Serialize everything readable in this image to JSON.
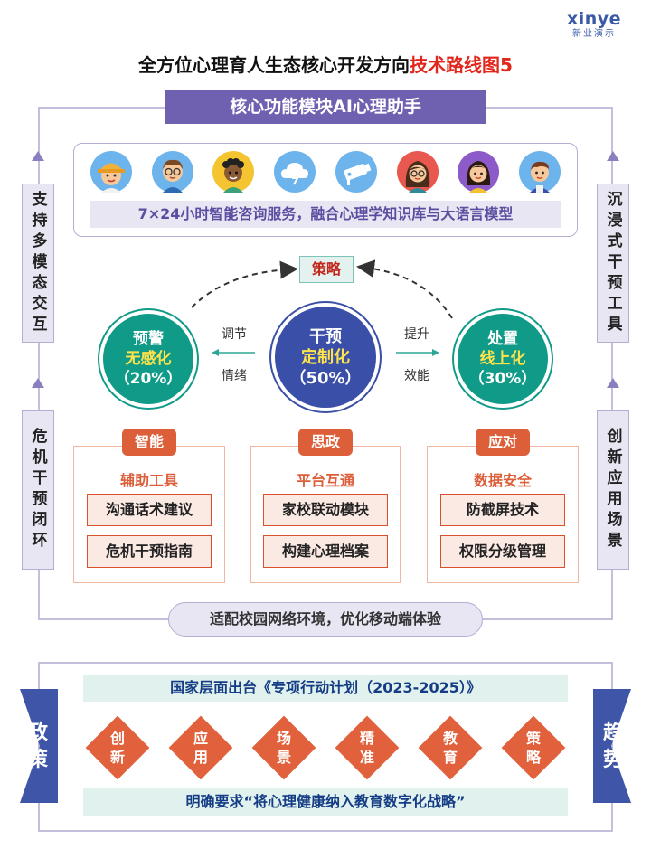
{
  "brand": {
    "logo": "xinye",
    "subtitle": "新业演示",
    "color": "#3a5aa8"
  },
  "title": {
    "main": "全方位心理育人生态核心开发方向",
    "highlight": "技术路线图5"
  },
  "module_title": "核心功能模块AI心理助手",
  "side_labels": {
    "left_top": "支持多模态交互",
    "left_bottom": "危机干预闭环",
    "right_top": "沉浸式干预工具",
    "right_bottom": "创新应用场景"
  },
  "avatars": [
    "child-hat-avatar",
    "man-glasses-avatar",
    "man-curly-avatar",
    "cloud-icon",
    "camera-icon",
    "woman-glasses-avatar",
    "girl-avatar",
    "boy-avatar"
  ],
  "service_text": "7×24小时智能咨询服务，融合心理学知识库与大语言模型",
  "strategy_label": "策略",
  "circles": {
    "left": {
      "line1": "预警",
      "line2": "无感化",
      "line3": "（20%）"
    },
    "center": {
      "line1": "干预",
      "line2": "定制化",
      "line3": "（50%）"
    },
    "right": {
      "line1": "处置",
      "line2": "线上化",
      "line3": "（30%）"
    }
  },
  "arrows": {
    "left": {
      "top": "调节",
      "bottom": "情绪"
    },
    "right": {
      "top": "提升",
      "bottom": "效能"
    }
  },
  "cards": [
    {
      "tag": "智能",
      "heading": "辅助工具",
      "items": [
        "沟通话术建议",
        "危机干预指南"
      ]
    },
    {
      "tag": "思政",
      "heading": "平台互通",
      "items": [
        "家校联动模块",
        "构建心理档案"
      ]
    },
    {
      "tag": "应对",
      "heading": "数据安全",
      "items": [
        "防截屏技术",
        "权限分级管理"
      ]
    }
  ],
  "adapt_text": "适配校园网络环境，优化移动端体验",
  "policy": {
    "top": "国家层面出台《专项行动计划（2023-2025）》",
    "bottom": "明确要求“将心理健康纳入教育数字化战略”",
    "left": "政策",
    "right": "趋势",
    "diamonds": [
      "创新",
      "应用",
      "场景",
      "精准",
      "教育",
      "策略"
    ]
  },
  "colors": {
    "purple": "#7060b0",
    "teal": "#109a88",
    "blue": "#3a4fa8",
    "orange": "#dc5f3a",
    "red": "#e1261c"
  }
}
